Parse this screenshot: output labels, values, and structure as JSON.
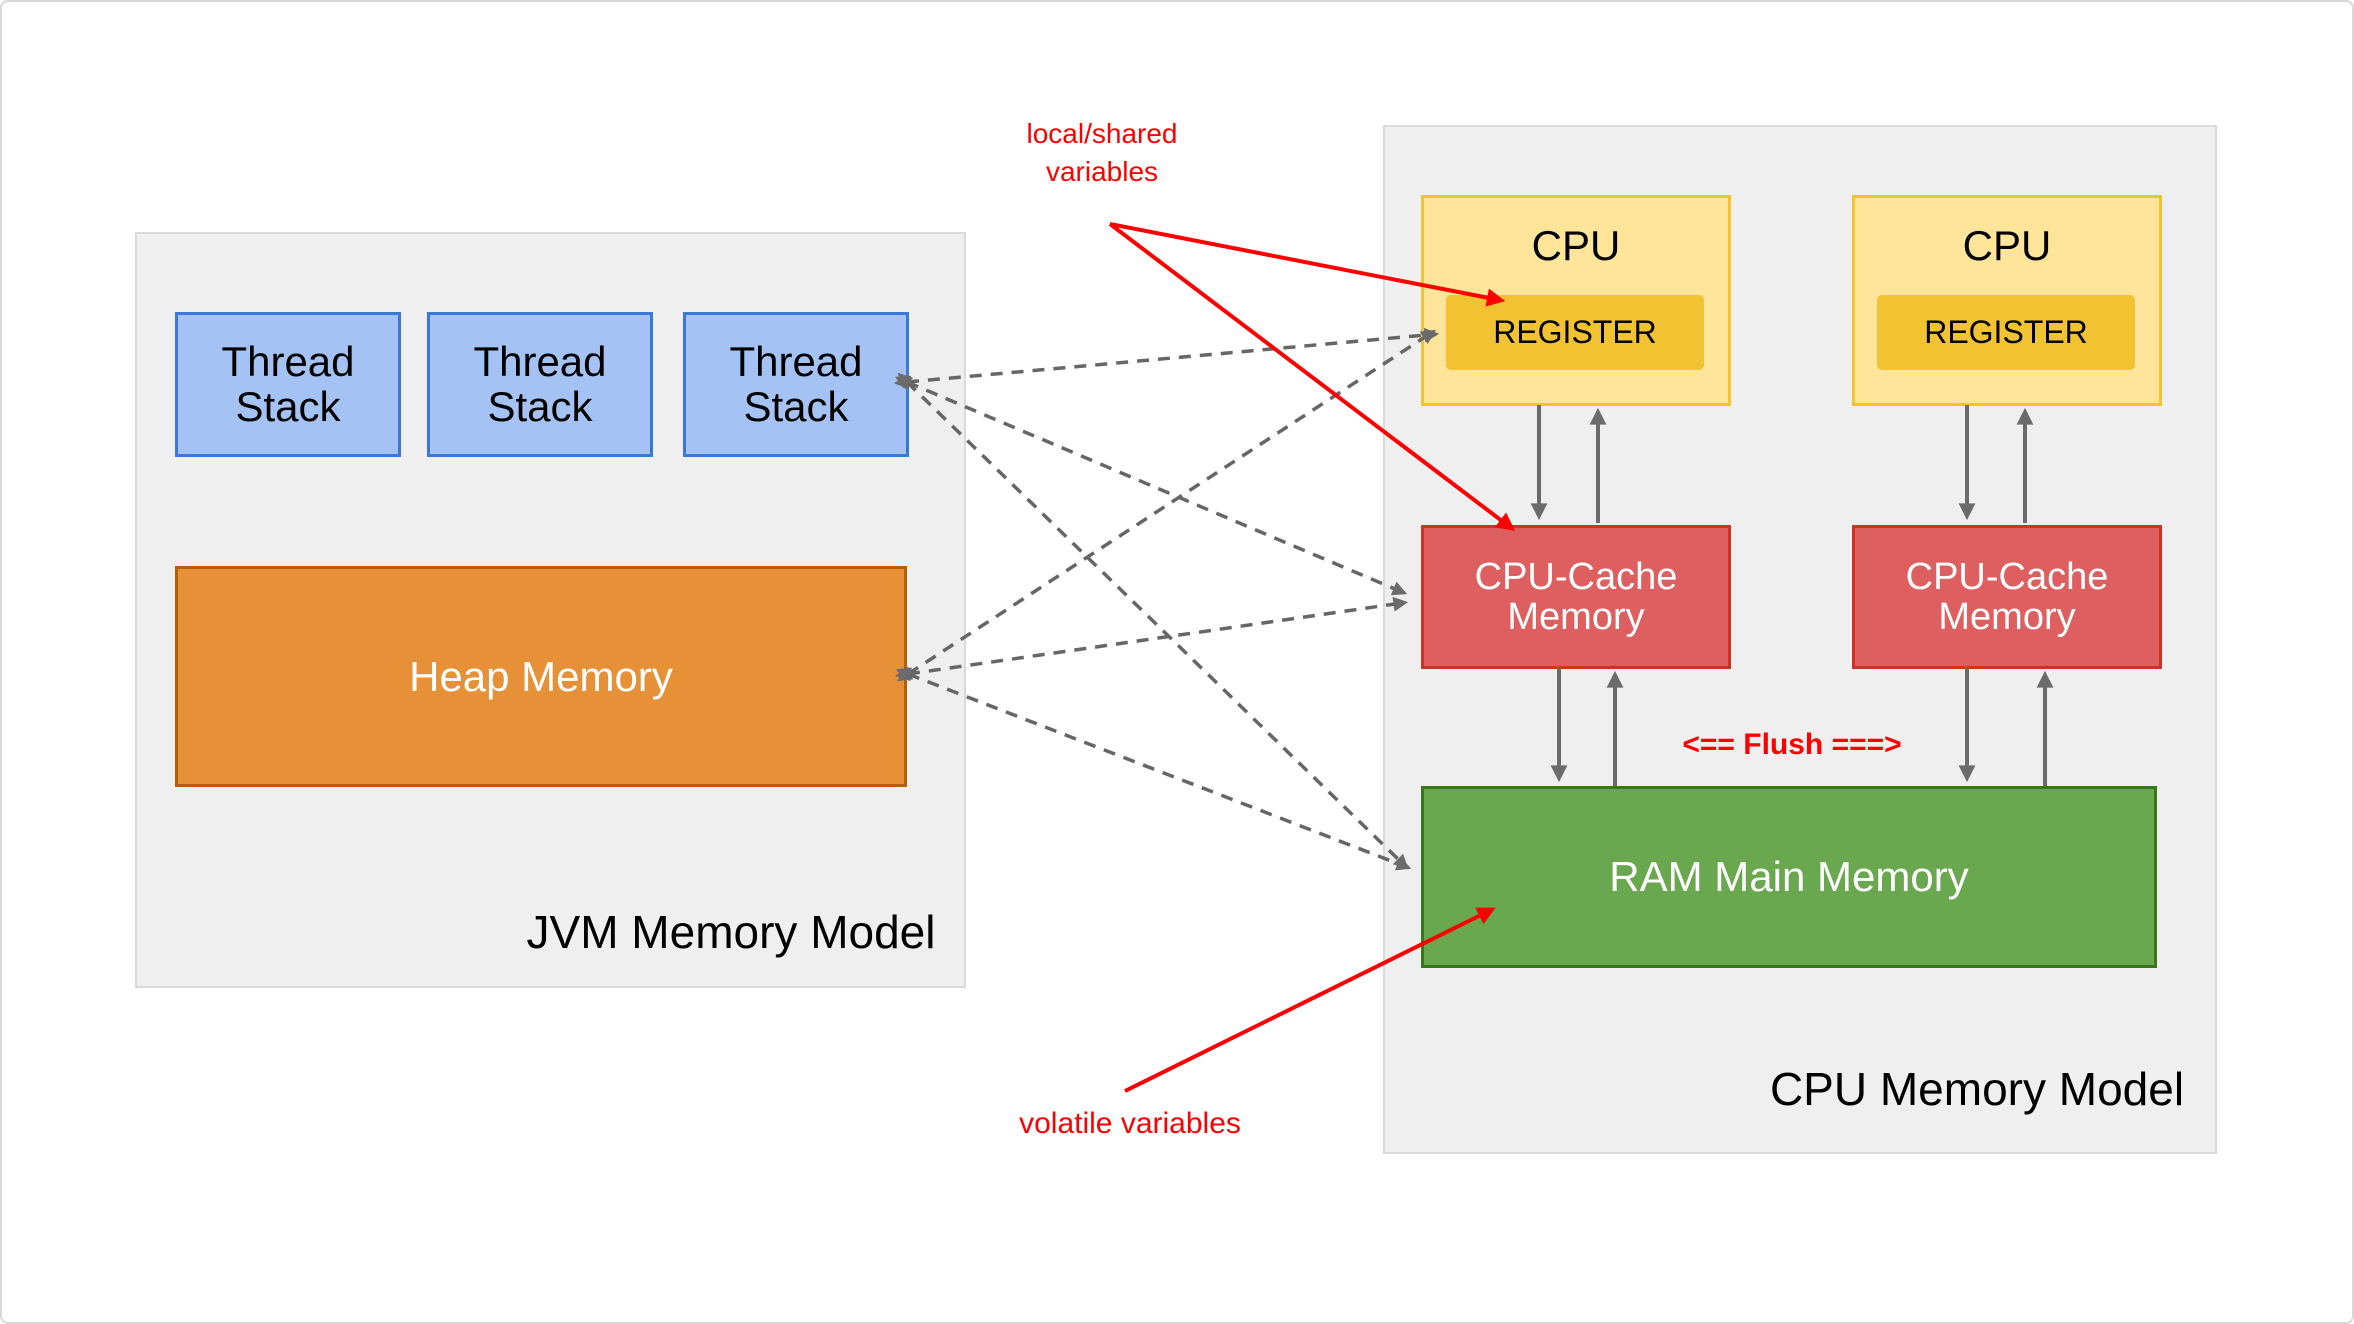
{
  "palette": {
    "panel_fill": "#efefef",
    "thread_fill": "#a4c2f4",
    "thread_border": "#3c78d8",
    "heap_fill": "#e69138",
    "heap_border": "#b45f06",
    "cpu_fill": "#ffe599",
    "cpu_border": "#f1c232",
    "register_fill": "#f1c232",
    "cache_fill": "#dd5f5f",
    "cache_border": "#cc3228",
    "ram_fill": "#6aa84f",
    "ram_border": "#38761d",
    "annotation_red": "#ff0000",
    "arrow_gray": "#666666"
  },
  "jvm": {
    "title": "JVM Memory Model",
    "thread_stacks": [
      "Thread\nStack",
      "Thread\nStack",
      "Thread\nStack"
    ],
    "heap_label": "Heap Memory"
  },
  "cpu": {
    "title": "CPU Memory Model",
    "units": [
      {
        "cpu_label": "CPU",
        "register_label": "REGISTER",
        "cache_label": "CPU-Cache\nMemory"
      },
      {
        "cpu_label": "CPU",
        "register_label": "REGISTER",
        "cache_label": "CPU-Cache\nMemory"
      }
    ],
    "ram_label": "RAM Main Memory"
  },
  "annotations": {
    "local_shared": "local/shared\nvariables",
    "volatile": "volatile variables",
    "flush": "<== Flush ===>"
  }
}
